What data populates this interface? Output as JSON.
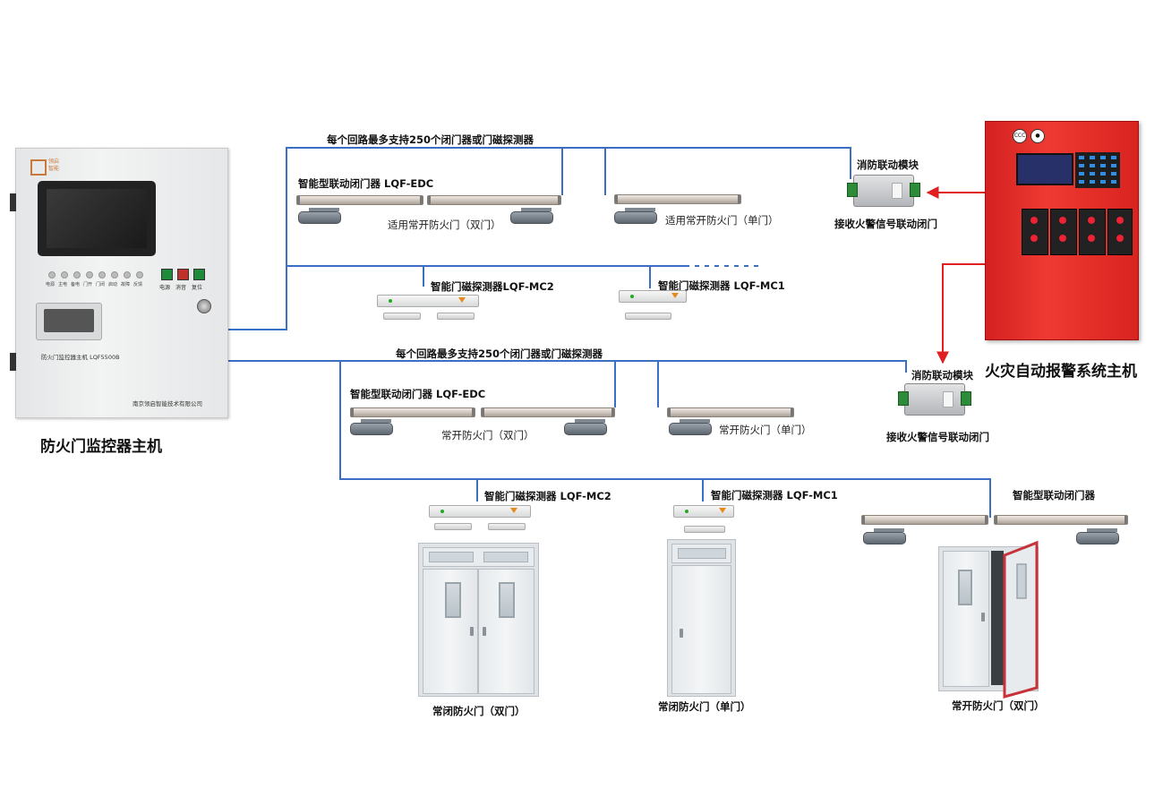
{
  "controller": {
    "title": "防火门监控器主机",
    "model": "防火门监控器主机 LQF5500B",
    "company": "南京领启智能技术有限公司",
    "logo_text": [
      "领启",
      "智能"
    ],
    "leds": [
      "电源",
      "主电",
      "备电",
      "门开",
      "门闭",
      "启动",
      "故障",
      "反馈"
    ],
    "buttons": [
      {
        "label": "电源",
        "color": "#1f8a3a"
      },
      {
        "label": "消音",
        "color": "#c0302a"
      },
      {
        "label": "复位",
        "color": "#1f8a3a"
      }
    ]
  },
  "fire_panel": {
    "title": "火灾自动报警系统主机",
    "badges": [
      "CCC",
      "●"
    ]
  },
  "loop_note": "每个回路最多支持250个闭门器或门磁探测器",
  "loop1": {
    "note": "每个回路最多支持250个闭门器或门磁探测器",
    "closer_label": "智能型联动闭门器 LQF-EDC",
    "door_double": "适用常开防火门（双门）",
    "door_single": "适用常开防火门（单门）",
    "detector2": "智能门磁探测器LQF-MC2",
    "detector1": "智能门磁探测器 LQF-MC1",
    "module_title": "消防联动模块",
    "module_sub": "接收火警信号联动闭门"
  },
  "loop2": {
    "note": "每个回路最多支持250个闭门器或门磁探测器",
    "closer_label": "智能型联动闭门器 LQF-EDC",
    "door_double": "常开防火门（双门）",
    "door_single": "常开防火门（单门）",
    "module_title": "消防联动模块",
    "module_sub": "接收火警信号联动闭门"
  },
  "bottom": {
    "detector2": "智能门磁探测器 LQF-MC2",
    "detector1": "智能门磁探测器 LQF-MC1",
    "closer": "智能型联动闭门器",
    "door_a": "常闭防火门（双门）",
    "door_b": "常闭防火门（单门）",
    "door_c": "常开防火门（双门）"
  },
  "colors": {
    "wire": "#3a6fc4",
    "arrow": "#e02020",
    "panel_red": "#e23a30"
  }
}
